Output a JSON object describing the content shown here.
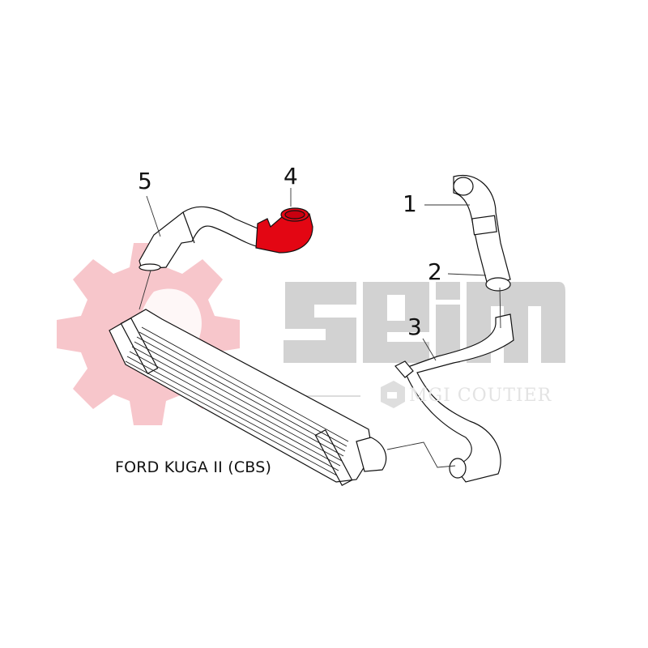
{
  "diagram": {
    "caption": "FORD KUGA II (CBS)",
    "callouts": [
      {
        "number": "1",
        "part": "upper-hose"
      },
      {
        "number": "2",
        "part": "hose-sleeve"
      },
      {
        "number": "3",
        "part": "lower-pipe"
      },
      {
        "number": "4",
        "part": "red-elbow-hose"
      },
      {
        "number": "5",
        "part": "intercooler-inlet-pipe"
      }
    ],
    "highlight_color": "#e30613",
    "line_color": "#111111"
  },
  "watermark": {
    "brand": "seim",
    "subbrand": "MGI COUTIER",
    "gear_color": "#f7c6cb",
    "text_color": "#d2d2d2"
  }
}
